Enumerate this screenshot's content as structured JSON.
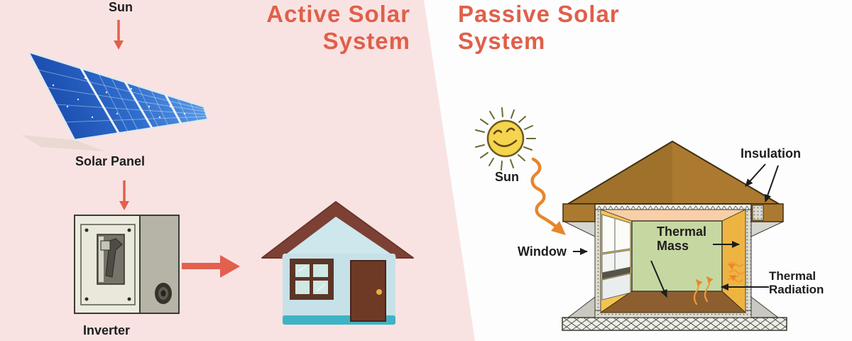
{
  "left_panel": {
    "title": "Active Solar\nSystem",
    "sun_label": "Sun",
    "solar_panel_label": "Solar Panel",
    "inverter_label": "Inverter"
  },
  "right_panel": {
    "title": "Passive Solar\nSystem",
    "sun_label": "Sun",
    "insulation_label": "Insulation",
    "window_label": "Window",
    "thermal_mass_label": "Thermal\nMass",
    "thermal_radiation_label": "Thermal\nRadiation"
  },
  "colors": {
    "title_accent": "#e05f4a",
    "flow_arrow_salmon": "#e2604d",
    "left_background": "#f9e3e2",
    "right_background": "#fdfdfd",
    "solar_panel_blue": "#2e6ccc",
    "active_roof_brown": "#7c4134",
    "active_house_body": "#c7e1e8",
    "active_house_base": "#3fb3c5",
    "door_brown": "#6e3a26",
    "sun_yellow": "#f5d44e",
    "radiation_orange": "#e8872c",
    "passive_roof_brown": "#ab7a30",
    "wall_yellow": "#f3c352",
    "thermal_mass_green": "#c6d8a2",
    "ceiling_peach": "#f8cfa6",
    "floor_brown": "#8d5e2f",
    "label_black": "#1d1d1d"
  }
}
